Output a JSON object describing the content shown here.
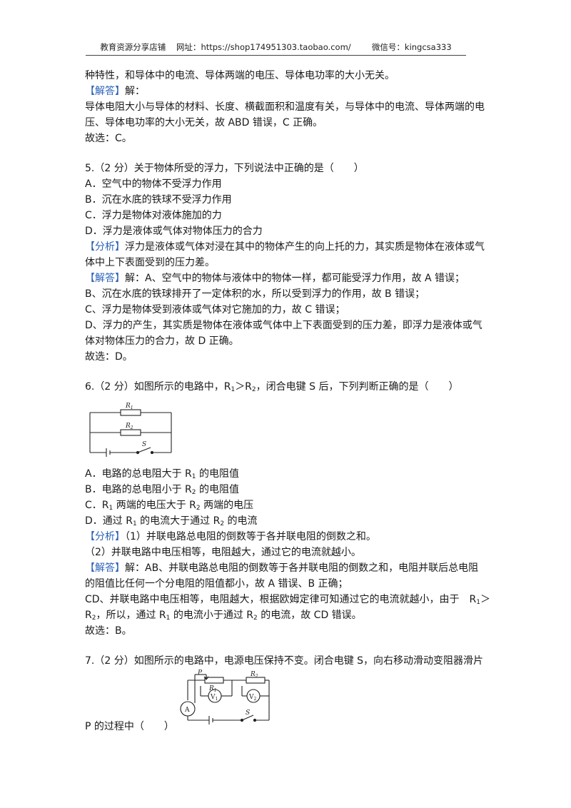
{
  "header": {
    "shop": "教育资源分享店铺",
    "url_label": "网址：",
    "url": "https://shop174951303.taobao.com/",
    "wechat_label": "微信号：",
    "wechat": "kingcsa333"
  },
  "q4_tail": {
    "line1": "种特性，和导体中的电流、导体两端的电压、导体电功率的大小无关。",
    "answer_tag": "【解答】",
    "answer_head": "解：",
    "answer_line1": "导体电阻大小与导体的材料、长度、横截面积和温度有关，与导体中的电流、导体两端的电",
    "answer_line2": "压、导体电功率的大小无关，故 ABD 错误，C 正确。",
    "choose": "故选：C。"
  },
  "q5": {
    "stem": "5.（2 分）关于物体所受的浮力，下列说法中正确的是（　　）",
    "options": [
      "A．空气中的物体不受浮力作用",
      "B．沉在水底的铁球不受浮力作用",
      "C．浮力是物体对液体施加的力",
      "D．浮力是液体或气体对物体压力的合力"
    ],
    "analysis_tag": "【分析】",
    "analysis_line1": "浮力是液体或气体对浸在其中的物体产生的向上托的力，其实质是物体在液体或气",
    "analysis_line2": "体中上下表面受到的压力差。",
    "answer_tag": "【解答】",
    "answer_line1": "解：A、空气中的物体与液体中的物体一样，都可能受浮力作用，故 A 错误；",
    "answer_line2": "B、沉在水底的铁球排开了一定体积的水，所以受到浮力的作用，故 B 错误；",
    "answer_line3": "C、浮力是物体受到液体或气体对它施加的力，故 C 错误；",
    "answer_line4": "D、浮力的产生，其实质是物体在液体或气体中上下表面受到的压力差，即浮力是液体或气",
    "answer_line5": "体对物体压力的合力，故 D 正确。",
    "choose": "故选：D。"
  },
  "q6": {
    "stem_a": "6.（2 分）如图所示的电路中，R",
    "stem_sub1": "1",
    "stem_b": "＞R",
    "stem_sub2": "2",
    "stem_c": "，闭合电键 S 后，下列判断正确的是（　　）",
    "circuit": {
      "r1": "R",
      "r1_sub": "1",
      "r2": "R",
      "r2_sub": "2",
      "s": "S"
    },
    "optA_a": "A．电路的总电阻大于 R",
    "optA_sub": "1",
    "optA_b": " 的电阻值",
    "optB_a": "B．电路的总电阻小于 R",
    "optB_sub": "2",
    "optB_b": " 的电阻值",
    "optC_a": "C．R",
    "optC_sub1": "1",
    "optC_b": " 两端的电压大于 R",
    "optC_sub2": "2",
    "optC_c": " 两端的电压",
    "optD_a": "D．通过 R",
    "optD_sub1": "1",
    "optD_b": " 的电流大于通过 R",
    "optD_sub2": "2",
    "optD_c": " 的电流",
    "analysis_tag": "【分析】",
    "analysis_line1": "（1）并联电路总电阻的倒数等于各并联电阻的倒数之和。",
    "analysis_line2": "（2）并联电路中电压相等，电阻越大，通过它的电流就越小。",
    "answer_tag": "【解答】",
    "answer_line1": "解：AB、并联电路总电阻的倒数等于各并联电阻的倒数之和，电阻并联后总电阻",
    "answer_line2": "的阻值比任何一个分电阻的阻值都小，故 A 错误、B 正确；",
    "answer_line3": "CD、并联电路中电压相等，电阻越大，根据欧姆定律可知通过它的电流就越小，由于　R",
    "answer_line3_sub": "1",
    "answer_line3_end": "＞",
    "answer_line4_a": "R",
    "answer_line4_sub": "2",
    "answer_line4_b": "，所以，通过 R",
    "answer_line4_sub2": "1",
    "answer_line4_c": " 的电流小于通过 R",
    "answer_line4_sub3": "2",
    "answer_line4_d": " 的电流，故 CD 错误。",
    "choose": "故选：B。"
  },
  "q7": {
    "stem": "7.（2 分）如图所示的电路中，电源电压保持不变。闭合电键 S，向右移动滑动变阻器滑片",
    "circuit": {
      "p": "P",
      "r1": "R",
      "r1_sub": "1",
      "r2": "R",
      "r2_sub": "2",
      "v1": "V",
      "v1_sub": "1",
      "v2": "V",
      "v2_sub": "2",
      "a": "A",
      "s": "S"
    },
    "tail": "P 的过程中（　　）"
  },
  "colors": {
    "tag": "#2b62b8",
    "text": "#1a1a1a",
    "rule": "#444444"
  }
}
